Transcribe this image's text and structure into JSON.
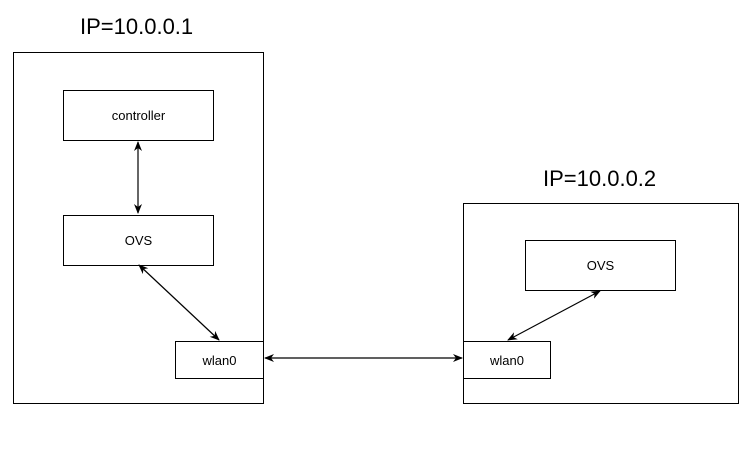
{
  "host1": {
    "ip_label": "IP=10.0.0.1",
    "controller_label": "controller",
    "ovs_label": "OVS",
    "wlan_label": "wlan0"
  },
  "host2": {
    "ip_label": "IP=10.0.0.2",
    "ovs_label": "OVS",
    "wlan_label": "wlan0"
  },
  "colors": {
    "line": "#000000",
    "background": "#ffffff"
  }
}
